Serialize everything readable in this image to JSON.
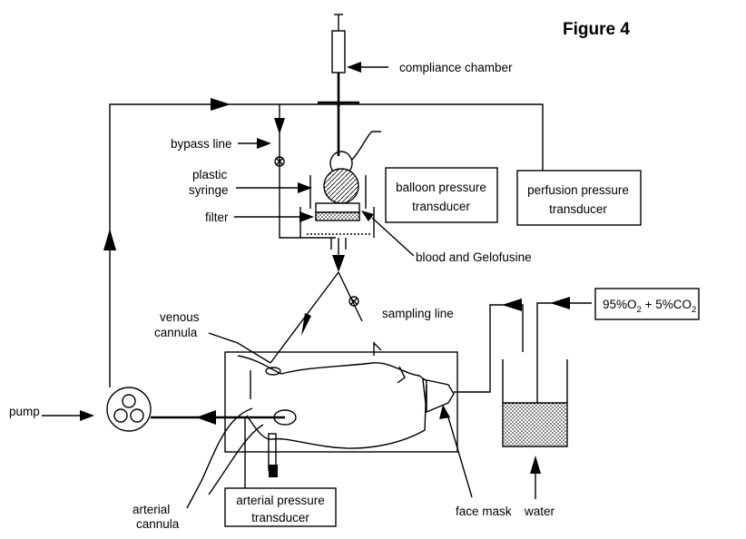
{
  "figure": {
    "title": "Figure 4",
    "labels": {
      "compliance_chamber": "compliance chamber",
      "bypass_line": "bypass line",
      "plastic": "plastic",
      "syringe": "syringe",
      "filter": "filter",
      "balloon_line1": "balloon pressure",
      "balloon_line2": "transducer",
      "perfusion_line1": "perfusion pressure",
      "perfusion_line2": "transducer",
      "blood": "blood and Gelofusine",
      "sampling_line": "sampling line",
      "venous": "venous",
      "cannula_v": "cannula",
      "pump": "pump",
      "arterial": "arterial",
      "cannula_a": "cannula",
      "arterial_line1": "arterial pressure",
      "arterial_line2": "transducer",
      "face_mask": "face mask",
      "water": "water",
      "gas_a": "95%O",
      "gas_sub1": "2",
      "gas_b": " + 5%CO",
      "gas_sub2": "2"
    }
  }
}
